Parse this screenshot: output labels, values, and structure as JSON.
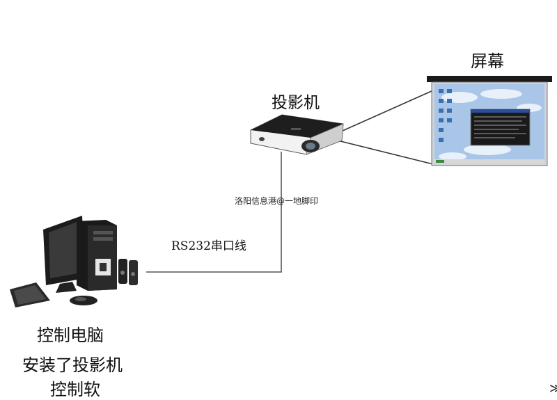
{
  "labels": {
    "screen": "屏幕",
    "projector": "投影机",
    "cable": "RS232串口线",
    "watermark": "洛阳信息港@一地脚印",
    "computer_line1": "控制电脑",
    "computer_line2": "安装了投影机",
    "computer_line3": "控制软",
    "edge_glyph": "≫"
  },
  "icons": {
    "computer": "desktop-computer-icon",
    "projector": "projector-icon",
    "screen": "projection-screen-icon"
  },
  "colors": {
    "background": "#ffffff",
    "line": "#333333",
    "sky": "#9fc0e6",
    "device_dark": "#1c1c1c"
  }
}
